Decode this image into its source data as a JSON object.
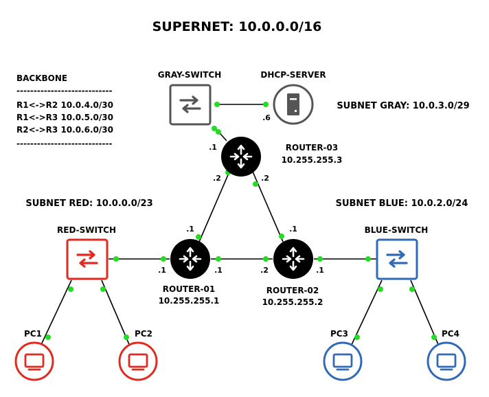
{
  "title": "SUPERNET: 10.0.0.0/16",
  "colors": {
    "red": "#e02a1f",
    "blue": "#2f69b8",
    "gray": "#555555",
    "router": "#000000",
    "link_dot": "#22dd22"
  },
  "backbone": {
    "heading": "BACKBONE",
    "separator": "----------------------------",
    "links": [
      "R1<->R2 10.0.4.0/30",
      "R1<->R3 10.0.5.0/30",
      "R2<->R3 10.0.6.0/30"
    ]
  },
  "subnets": {
    "gray": "SUBNET GRAY: 10.0.3.0/29",
    "red": "SUBNET RED: 10.0.0.0/23",
    "blue": "SUBNET BLUE: 10.0.2.0/24"
  },
  "devices": {
    "gray_switch": {
      "name": "GRAY-SWITCH",
      "icon": "switch-icon"
    },
    "dhcp_server": {
      "name": "DHCP-SERVER",
      "icon": "server-icon"
    },
    "red_switch": {
      "name": "RED-SWITCH",
      "icon": "switch-icon"
    },
    "blue_switch": {
      "name": "BLUE-SWITCH",
      "icon": "switch-icon"
    },
    "router_01": {
      "name": "ROUTER-01",
      "ip": "10.255.255.1",
      "icon": "router-icon"
    },
    "router_02": {
      "name": "ROUTER-02",
      "ip": "10.255.255.2",
      "icon": "router-icon"
    },
    "router_03": {
      "name": "ROUTER-03",
      "ip": "10.255.255.3",
      "icon": "router-icon"
    },
    "pc1": {
      "name": "PC1",
      "icon": "monitor-icon"
    },
    "pc2": {
      "name": "PC2",
      "icon": "monitor-icon"
    },
    "pc3": {
      "name": "PC3",
      "icon": "monitor-icon"
    },
    "pc4": {
      "name": "PC4",
      "icon": "monitor-icon"
    }
  },
  "ports": {
    "dhcp": ".6",
    "r3_gray": ".1",
    "r3_left": ".2",
    "r3_right": ".2",
    "r1_up": ".1",
    "r1_left": ".1",
    "r1_right": ".1",
    "r2_up": ".1",
    "r2_left": ".2",
    "r2_right": ".1"
  }
}
